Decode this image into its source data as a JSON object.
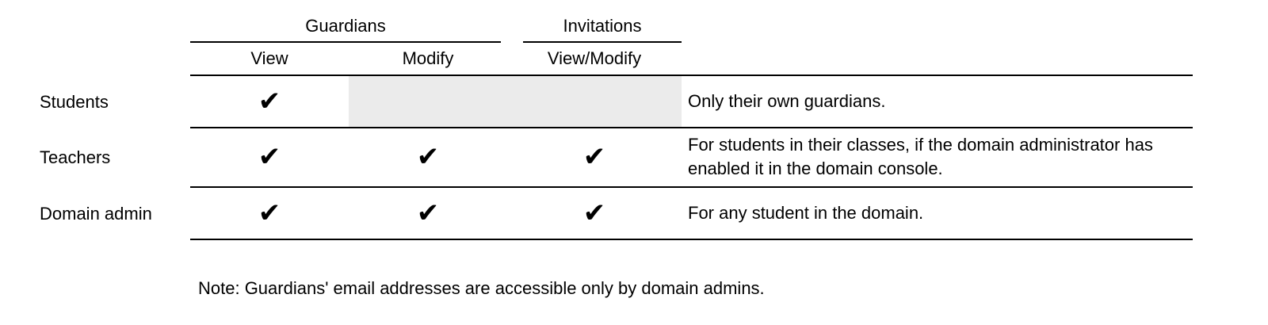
{
  "table": {
    "column_groups": [
      {
        "label": "Guardians"
      },
      {
        "label": "Invitations"
      }
    ],
    "columns": [
      {
        "label": "View",
        "group": "Guardians"
      },
      {
        "label": "Modify",
        "group": "Guardians"
      },
      {
        "label": "View/Modify",
        "group": "Invitations"
      }
    ],
    "rows": [
      {
        "role": "Students",
        "cells": [
          "✔",
          "",
          ""
        ],
        "shaded_columns": [
          "Modify",
          "View/Modify"
        ],
        "note": "Only their own guardians."
      },
      {
        "role": "Teachers",
        "cells": [
          "✔",
          "✔",
          "✔"
        ],
        "shaded_columns": [],
        "note": "For students in their classes, if the domain administrator has enabled it in the domain console."
      },
      {
        "role": "Domain admin",
        "cells": [
          "✔",
          "✔",
          "✔"
        ],
        "shaded_columns": [],
        "note": "For any student in the domain."
      }
    ],
    "footnote": "Note: Guardians' email addresses are accessible only by domain admins."
  },
  "icons": {
    "check": "✔"
  },
  "colors": {
    "text": "#000000",
    "rule": "#000000",
    "shaded_cell": "#ebebeb",
    "background": "#ffffff"
  }
}
